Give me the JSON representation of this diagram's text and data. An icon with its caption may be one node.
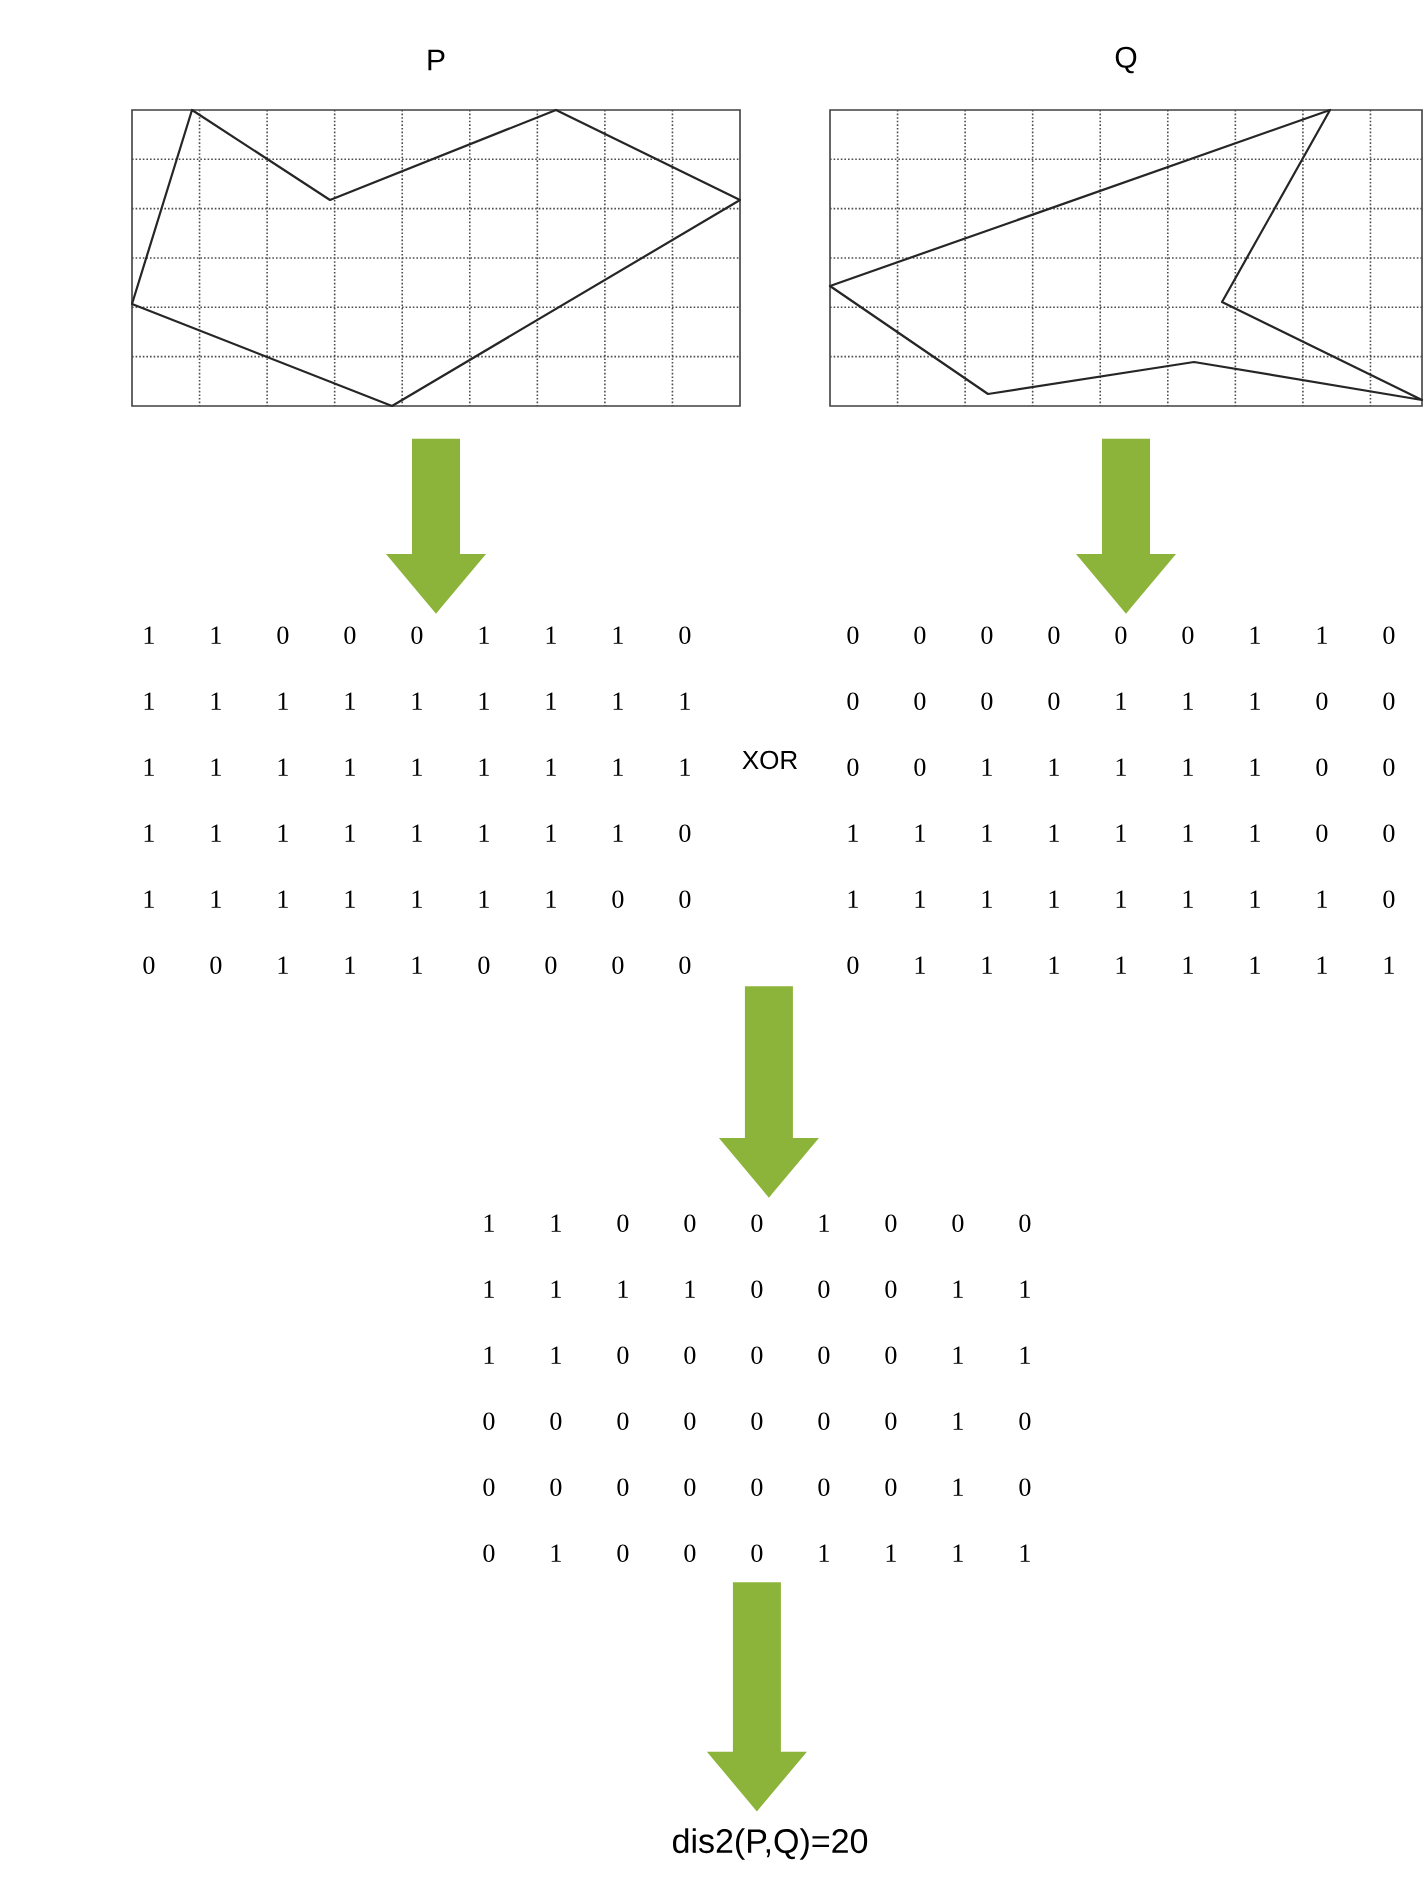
{
  "diagram": {
    "nodes": [
      {
        "text": [
          "P"
        ]
      },
      {
        "text": [
          "Q"
        ]
      },
      {
        "text": [
          "1 1 0 0 0 1 1 1 0",
          "1 1 1 1 1 1 1 1 1",
          "1 1 1 1 1 1 1 1 1",
          "1 1 1 1 1 1 1 1 0",
          "1 1 1 1 1 1 1 0 0",
          "0 0 1 1 1 0 0 0 0"
        ]
      },
      {
        "text": [
          "0 0 0 0 0 0 1 1 0",
          "0 0 0 0 1 1 1 0 0",
          "0 0 1 1 1 1 1 0 0",
          "1 1 1 1 1 1 1 0 0",
          "1 1 1 1 1 1 1 1 0",
          "0 1 1 1 1 1 1 1 1"
        ]
      },
      {
        "text": [
          "1 1 0 0 0 1 0 0 0",
          "1 1 1 1 0 0 0 1 1",
          "1 1 0 0 0 0 0 1 1",
          "0 0 0 0 0 0 0 1 0",
          "0 0 0 0 0 0 0 1 0",
          "0 1 0 0 0 1 1 1 1"
        ]
      },
      {
        "text": [
          "dis2(P,Q)=20"
        ]
      }
    ],
    "edges": [
      {
        "from": 0,
        "to": 2,
        "arrow": "to"
      },
      {
        "from": 1,
        "to": 3,
        "arrow": "to"
      },
      {
        "from": 2,
        "to": 4,
        "arrow": "to"
      },
      {
        "from": 3,
        "to": 4,
        "arrow": "to"
      },
      {
        "from": 4,
        "to": 5,
        "arrow": "to"
      }
    ],
    "labels": [
      "XOR"
    ]
  }
}
